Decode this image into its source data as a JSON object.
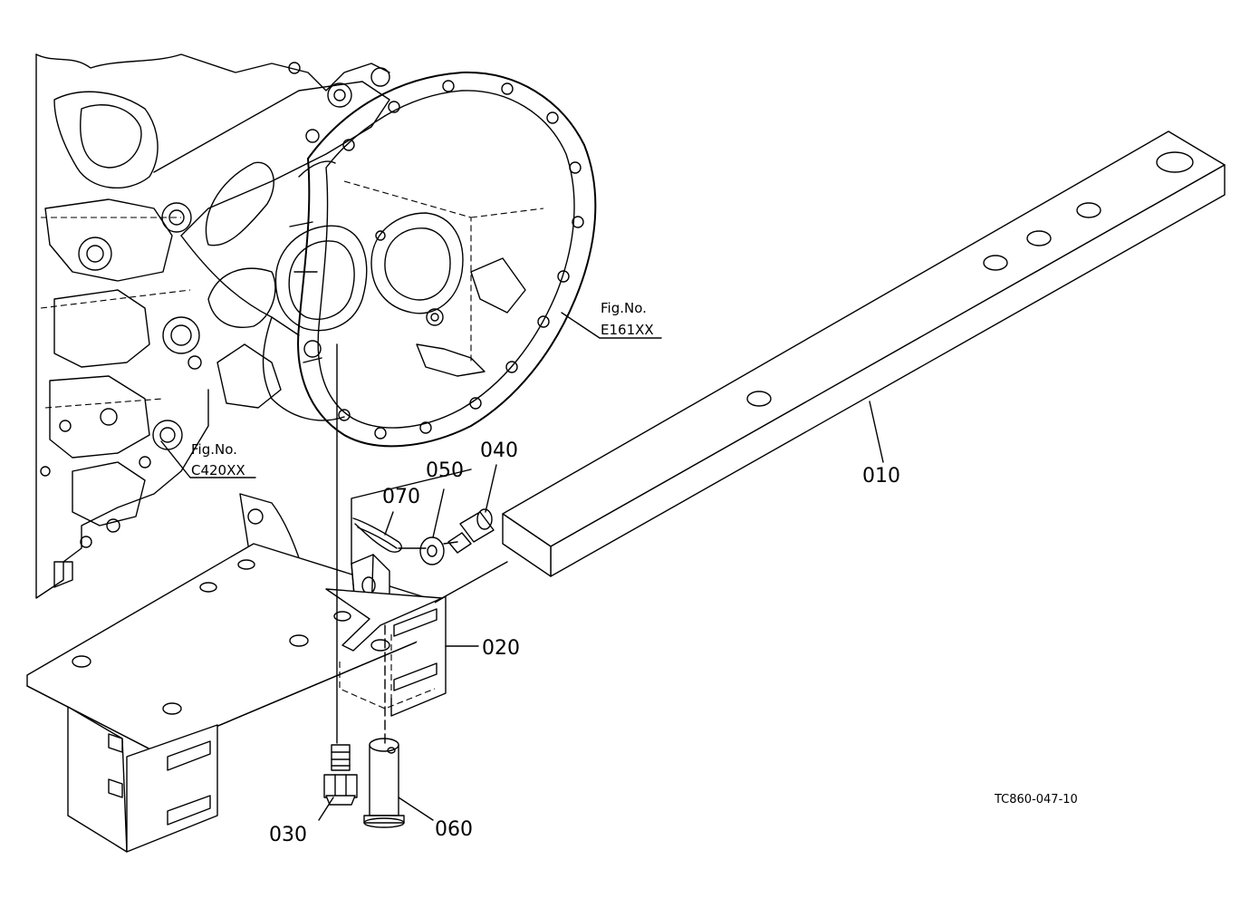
{
  "figure": {
    "code": "TC860-047-10"
  },
  "references": [
    {
      "id": "ref-e161",
      "caption": "Fig.No.",
      "number": "E161XX"
    },
    {
      "id": "ref-c420",
      "caption": "Fig.No.",
      "number": "C420XX"
    }
  ],
  "parts": {
    "p010": "010",
    "p020": "020",
    "p030": "030",
    "p040": "040",
    "p050": "050",
    "p060": "060",
    "p070": "070"
  }
}
